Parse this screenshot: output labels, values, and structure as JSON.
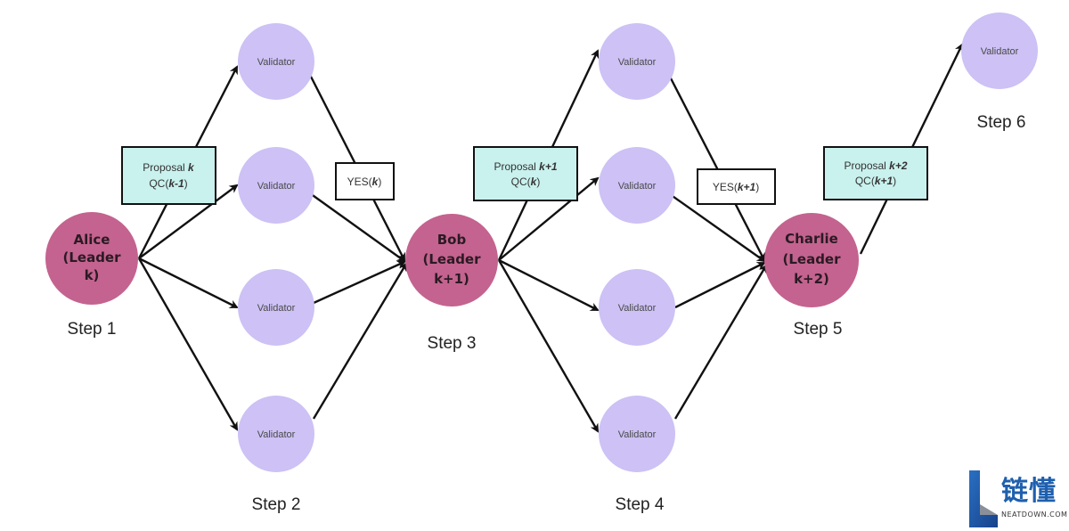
{
  "diagram": {
    "leaders": [
      {
        "id": "alice",
        "lines": [
          "Alice",
          "(Leader",
          "k)"
        ]
      },
      {
        "id": "bob",
        "lines": [
          "Bob",
          "(Leader",
          "k+1)"
        ]
      },
      {
        "id": "charlie",
        "lines": [
          "Charlie",
          "(Leader",
          "k+2)"
        ]
      }
    ],
    "validator_label": "Validator",
    "steps": [
      "Step 1",
      "Step 2",
      "Step 3",
      "Step 4",
      "Step 5",
      "Step 6"
    ],
    "messages": [
      {
        "id": "proposal-k",
        "line1_prefix": "Proposal ",
        "line1_bold": "k",
        "line2_prefix": "QC(",
        "line2_bold": "k-1",
        "line2_suffix": ")"
      },
      {
        "id": "yes-k",
        "prefix": "YES(",
        "bold": "k",
        "suffix": ")"
      },
      {
        "id": "proposal-k1",
        "line1_prefix": "Proposal ",
        "line1_bold": "k+1",
        "line2_prefix": "QC(",
        "line2_bold": "k",
        "line2_suffix": ")"
      },
      {
        "id": "yes-k1",
        "prefix": "YES(",
        "bold": "k+1",
        "suffix": ")"
      },
      {
        "id": "proposal-k2",
        "line1_prefix": "Proposal ",
        "line1_bold": "k+2",
        "line2_prefix": "QC(",
        "line2_bold": "k+1",
        "line2_suffix": ")"
      }
    ]
  },
  "logo": {
    "chinese": "链懂",
    "english": "NEATDOWN.COM"
  },
  "colors": {
    "leader": "#c4638f",
    "validator": "#cdc1f5",
    "proposal_box": "#c9f1ee",
    "yes_box": "#ffffff",
    "arrow": "#111111",
    "logo_blue": "#1f5fae"
  }
}
